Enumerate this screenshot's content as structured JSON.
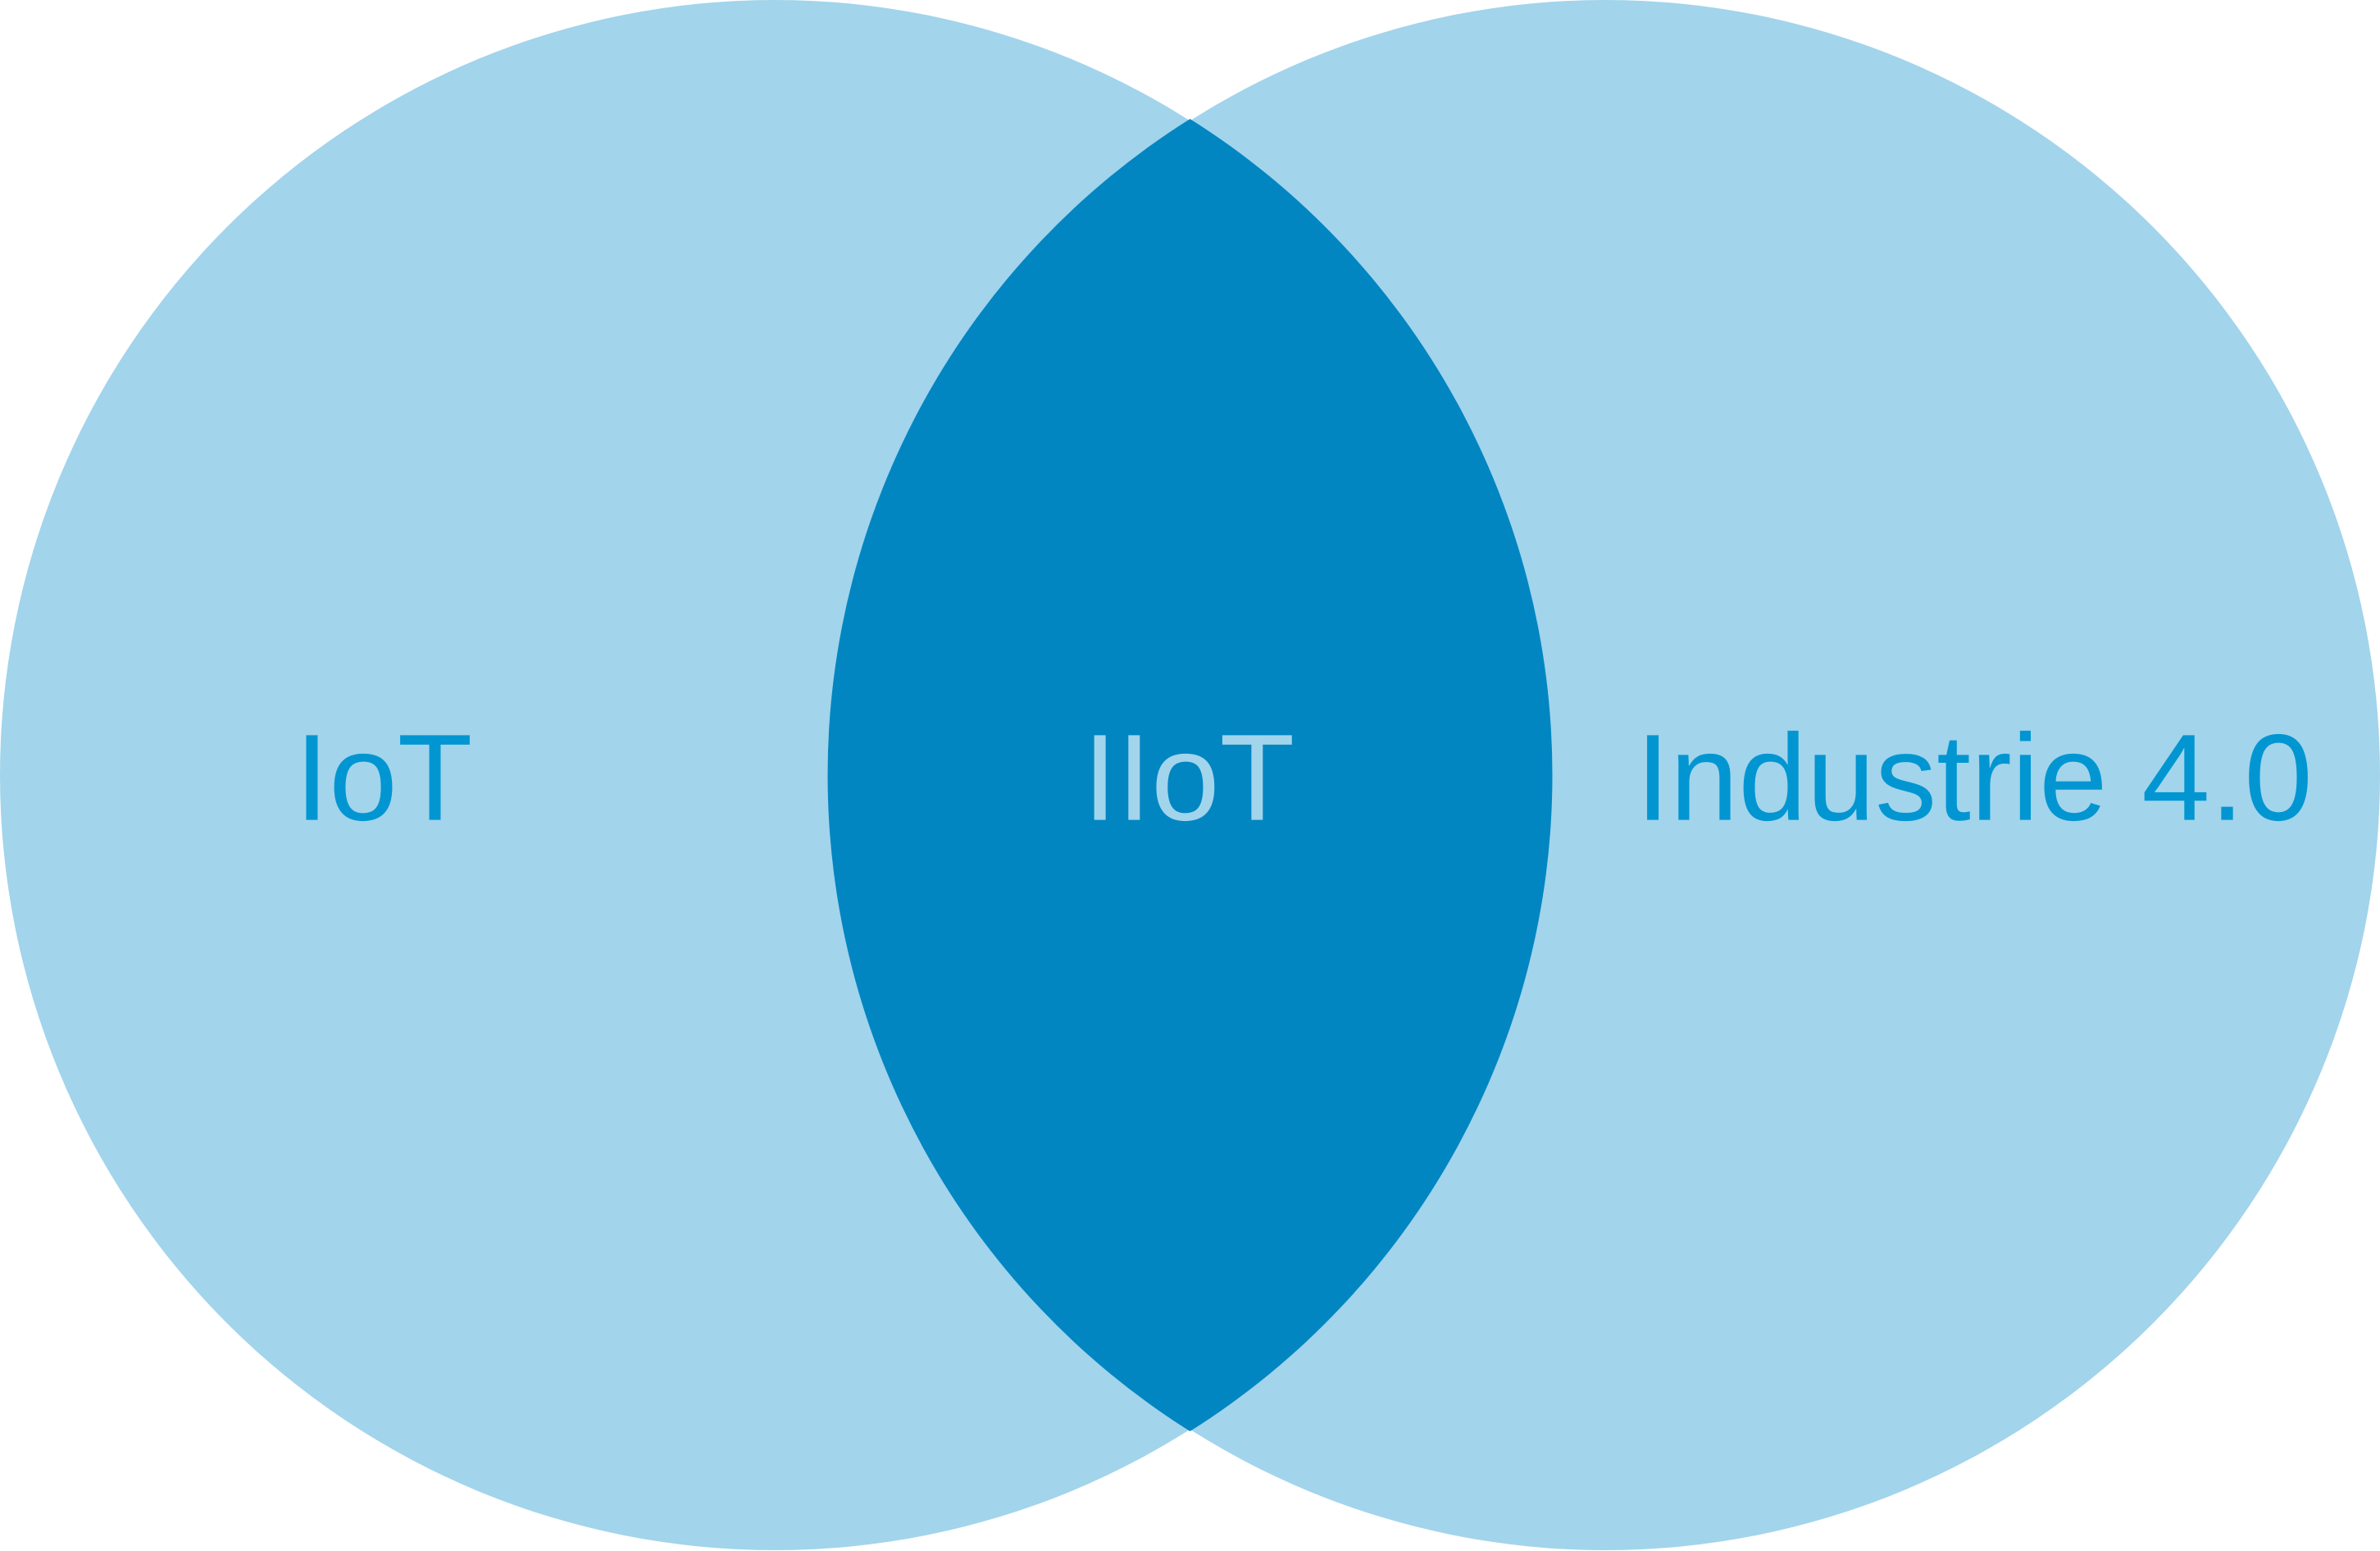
{
  "diagram": {
    "type": "venn",
    "sets": [
      {
        "id": "left",
        "label": "IoT"
      },
      {
        "id": "right",
        "label": "Industrie 4.0"
      }
    ],
    "intersection": {
      "label": "IIoT"
    }
  },
  "colors": {
    "circle_fill": "#a2d4ec",
    "intersection_fill": "#0186c2",
    "outer_label": "#0196d1",
    "intersection_label": "#a2d4ec"
  }
}
